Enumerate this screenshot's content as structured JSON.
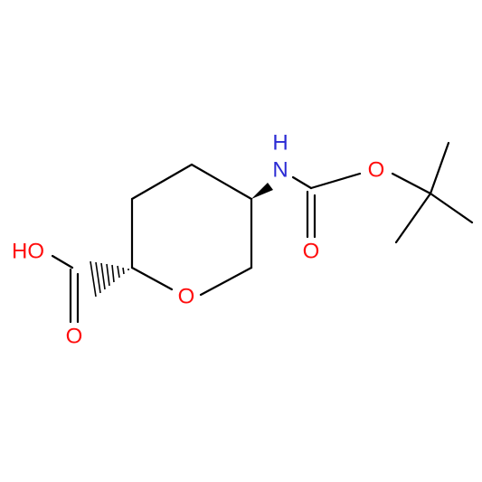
{
  "atoms": {
    "nitrogen_h": "H",
    "nitrogen": "N",
    "ester_oxygen": "O",
    "carbonyl_oxygen_boc": "O",
    "ring_oxygen": "O",
    "acid_hydroxyl": "HO",
    "carbonyl_oxygen_acid": "O"
  },
  "colors": {
    "bond": "#000000",
    "oxygen": "#ff0d0d",
    "nitrogen": "#2b2bd4"
  }
}
